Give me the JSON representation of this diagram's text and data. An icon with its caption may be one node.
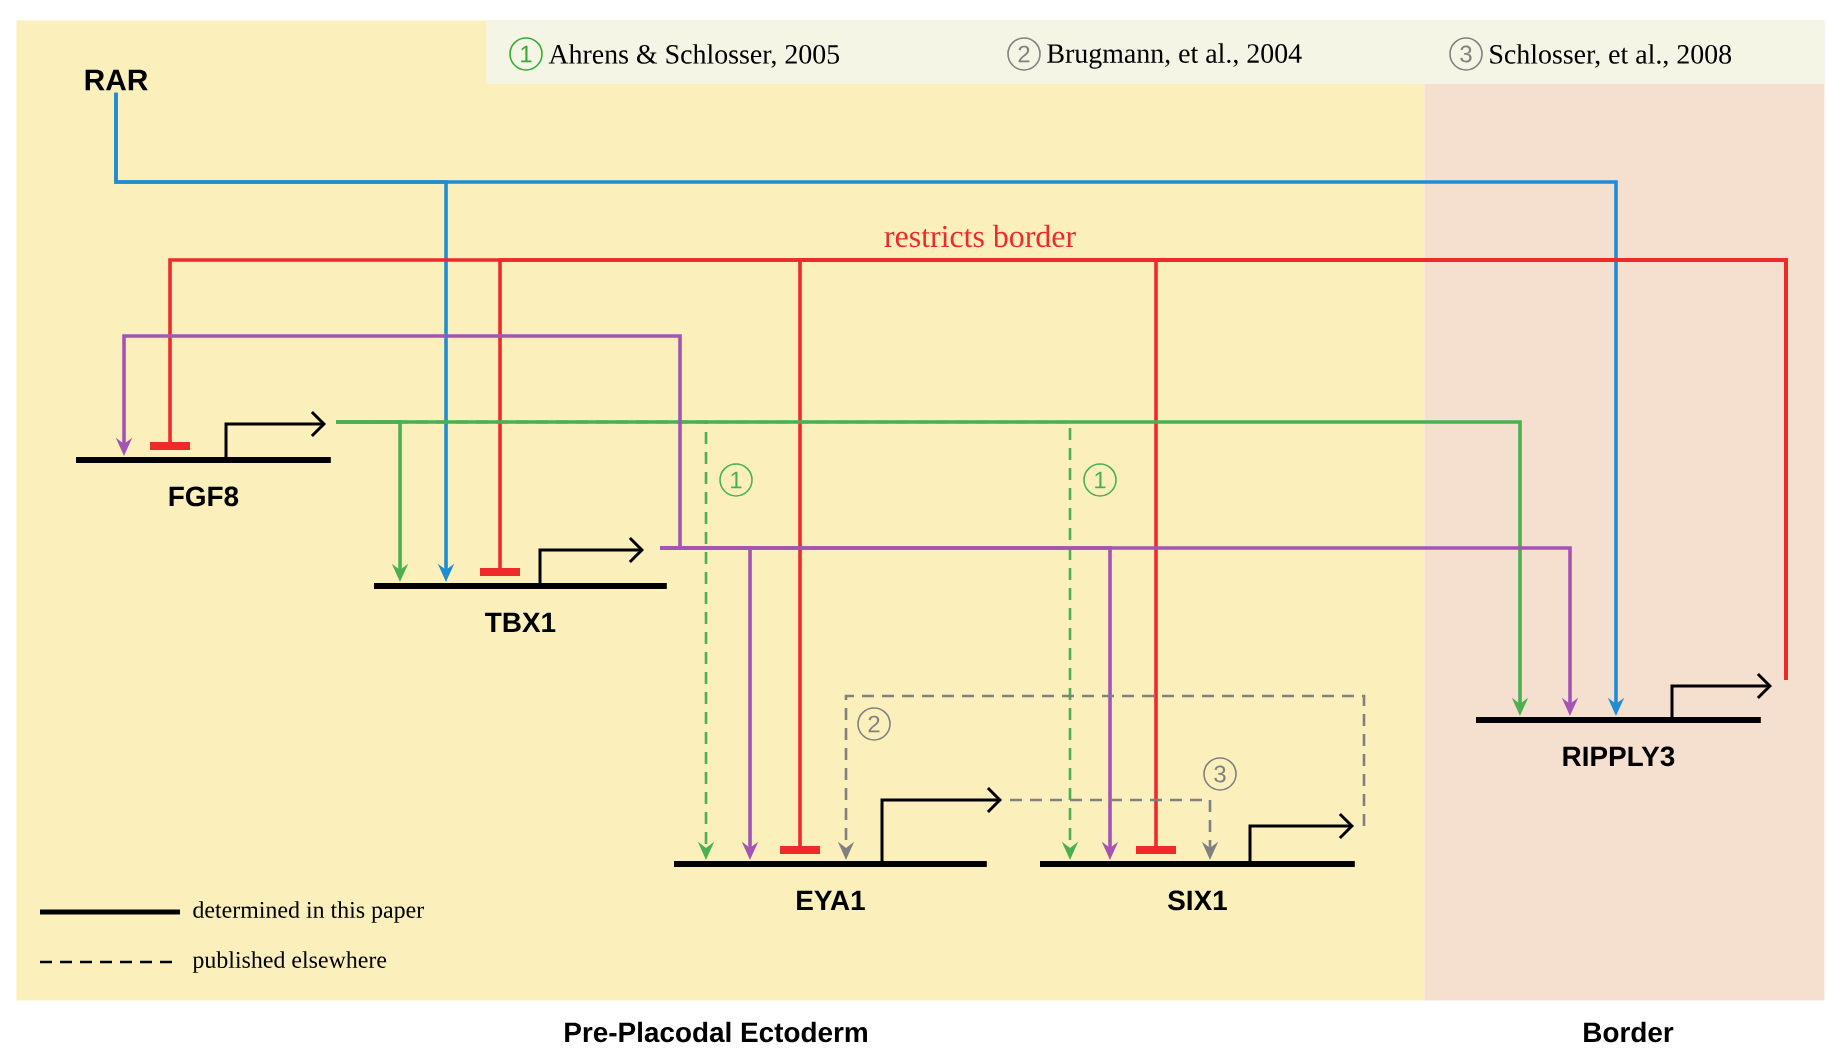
{
  "diagram": {
    "nodes": [
      {
        "text": [
          "Pre-Placodal Ectoderm"
        ]
      },
      {
        "text": [
          "Border"
        ]
      },
      {
        "text": [
          "RAR"
        ],
        "in": 0
      },
      {
        "text": [
          "FGF8"
        ],
        "in": 0
      },
      {
        "text": [
          "TBX1"
        ],
        "in": 0
      },
      {
        "text": [
          "EYA1"
        ],
        "in": 0
      },
      {
        "text": [
          "SIX1"
        ],
        "in": 0
      },
      {
        "text": [
          "RIPPLY3"
        ],
        "in": 1
      }
    ],
    "edges": [
      {
        "from": 2,
        "to": 4,
        "arrow": "to",
        "color": "#1f8dd6"
      },
      {
        "from": 2,
        "to": 7,
        "arrow": "to",
        "color": "#1f8dd6"
      },
      {
        "from": 7,
        "to": 3,
        "arrow": "other",
        "color": "#ee2a2a",
        "label": "restricts border"
      },
      {
        "from": 7,
        "to": 4,
        "arrow": "other",
        "color": "#ee2a2a"
      },
      {
        "from": 7,
        "to": 5,
        "arrow": "other",
        "color": "#ee2a2a"
      },
      {
        "from": 7,
        "to": 6,
        "arrow": "other",
        "color": "#ee2a2a"
      },
      {
        "from": 3,
        "to": 4,
        "arrow": "to",
        "color": "#4caf50"
      },
      {
        "from": 3,
        "to": 5,
        "arrow": "to",
        "color": "#4caf50",
        "style": "dashed",
        "label": "1"
      },
      {
        "from": 3,
        "to": 6,
        "arrow": "to",
        "color": "#4caf50",
        "style": "dashed",
        "label": "1"
      },
      {
        "from": 3,
        "to": 7,
        "arrow": "to",
        "color": "#4caf50"
      },
      {
        "from": 4,
        "to": 3,
        "arrow": "to",
        "color": "#a454b4"
      },
      {
        "from": 4,
        "to": 5,
        "arrow": "to",
        "color": "#a454b4"
      },
      {
        "from": 4,
        "to": 6,
        "arrow": "to",
        "color": "#a454b4"
      },
      {
        "from": 4,
        "to": 7,
        "arrow": "to",
        "color": "#a454b4"
      },
      {
        "from": 6,
        "to": 5,
        "arrow": "to",
        "color": "#808080",
        "style": "dashed",
        "label": "2"
      },
      {
        "from": 5,
        "to": 6,
        "arrow": "to",
        "color": "#808080",
        "style": "dashed",
        "label": "3"
      }
    ],
    "labels": [
      "1",
      "Ahrens & Schlosser, 2005",
      "2",
      "Brugmann, et al., 2004",
      "3",
      "Schlosser, et al., 2008"
    ],
    "legend": [
      {
        "text": "determined in this paper"
      },
      {
        "text": "published elsewhere"
      }
    ]
  }
}
